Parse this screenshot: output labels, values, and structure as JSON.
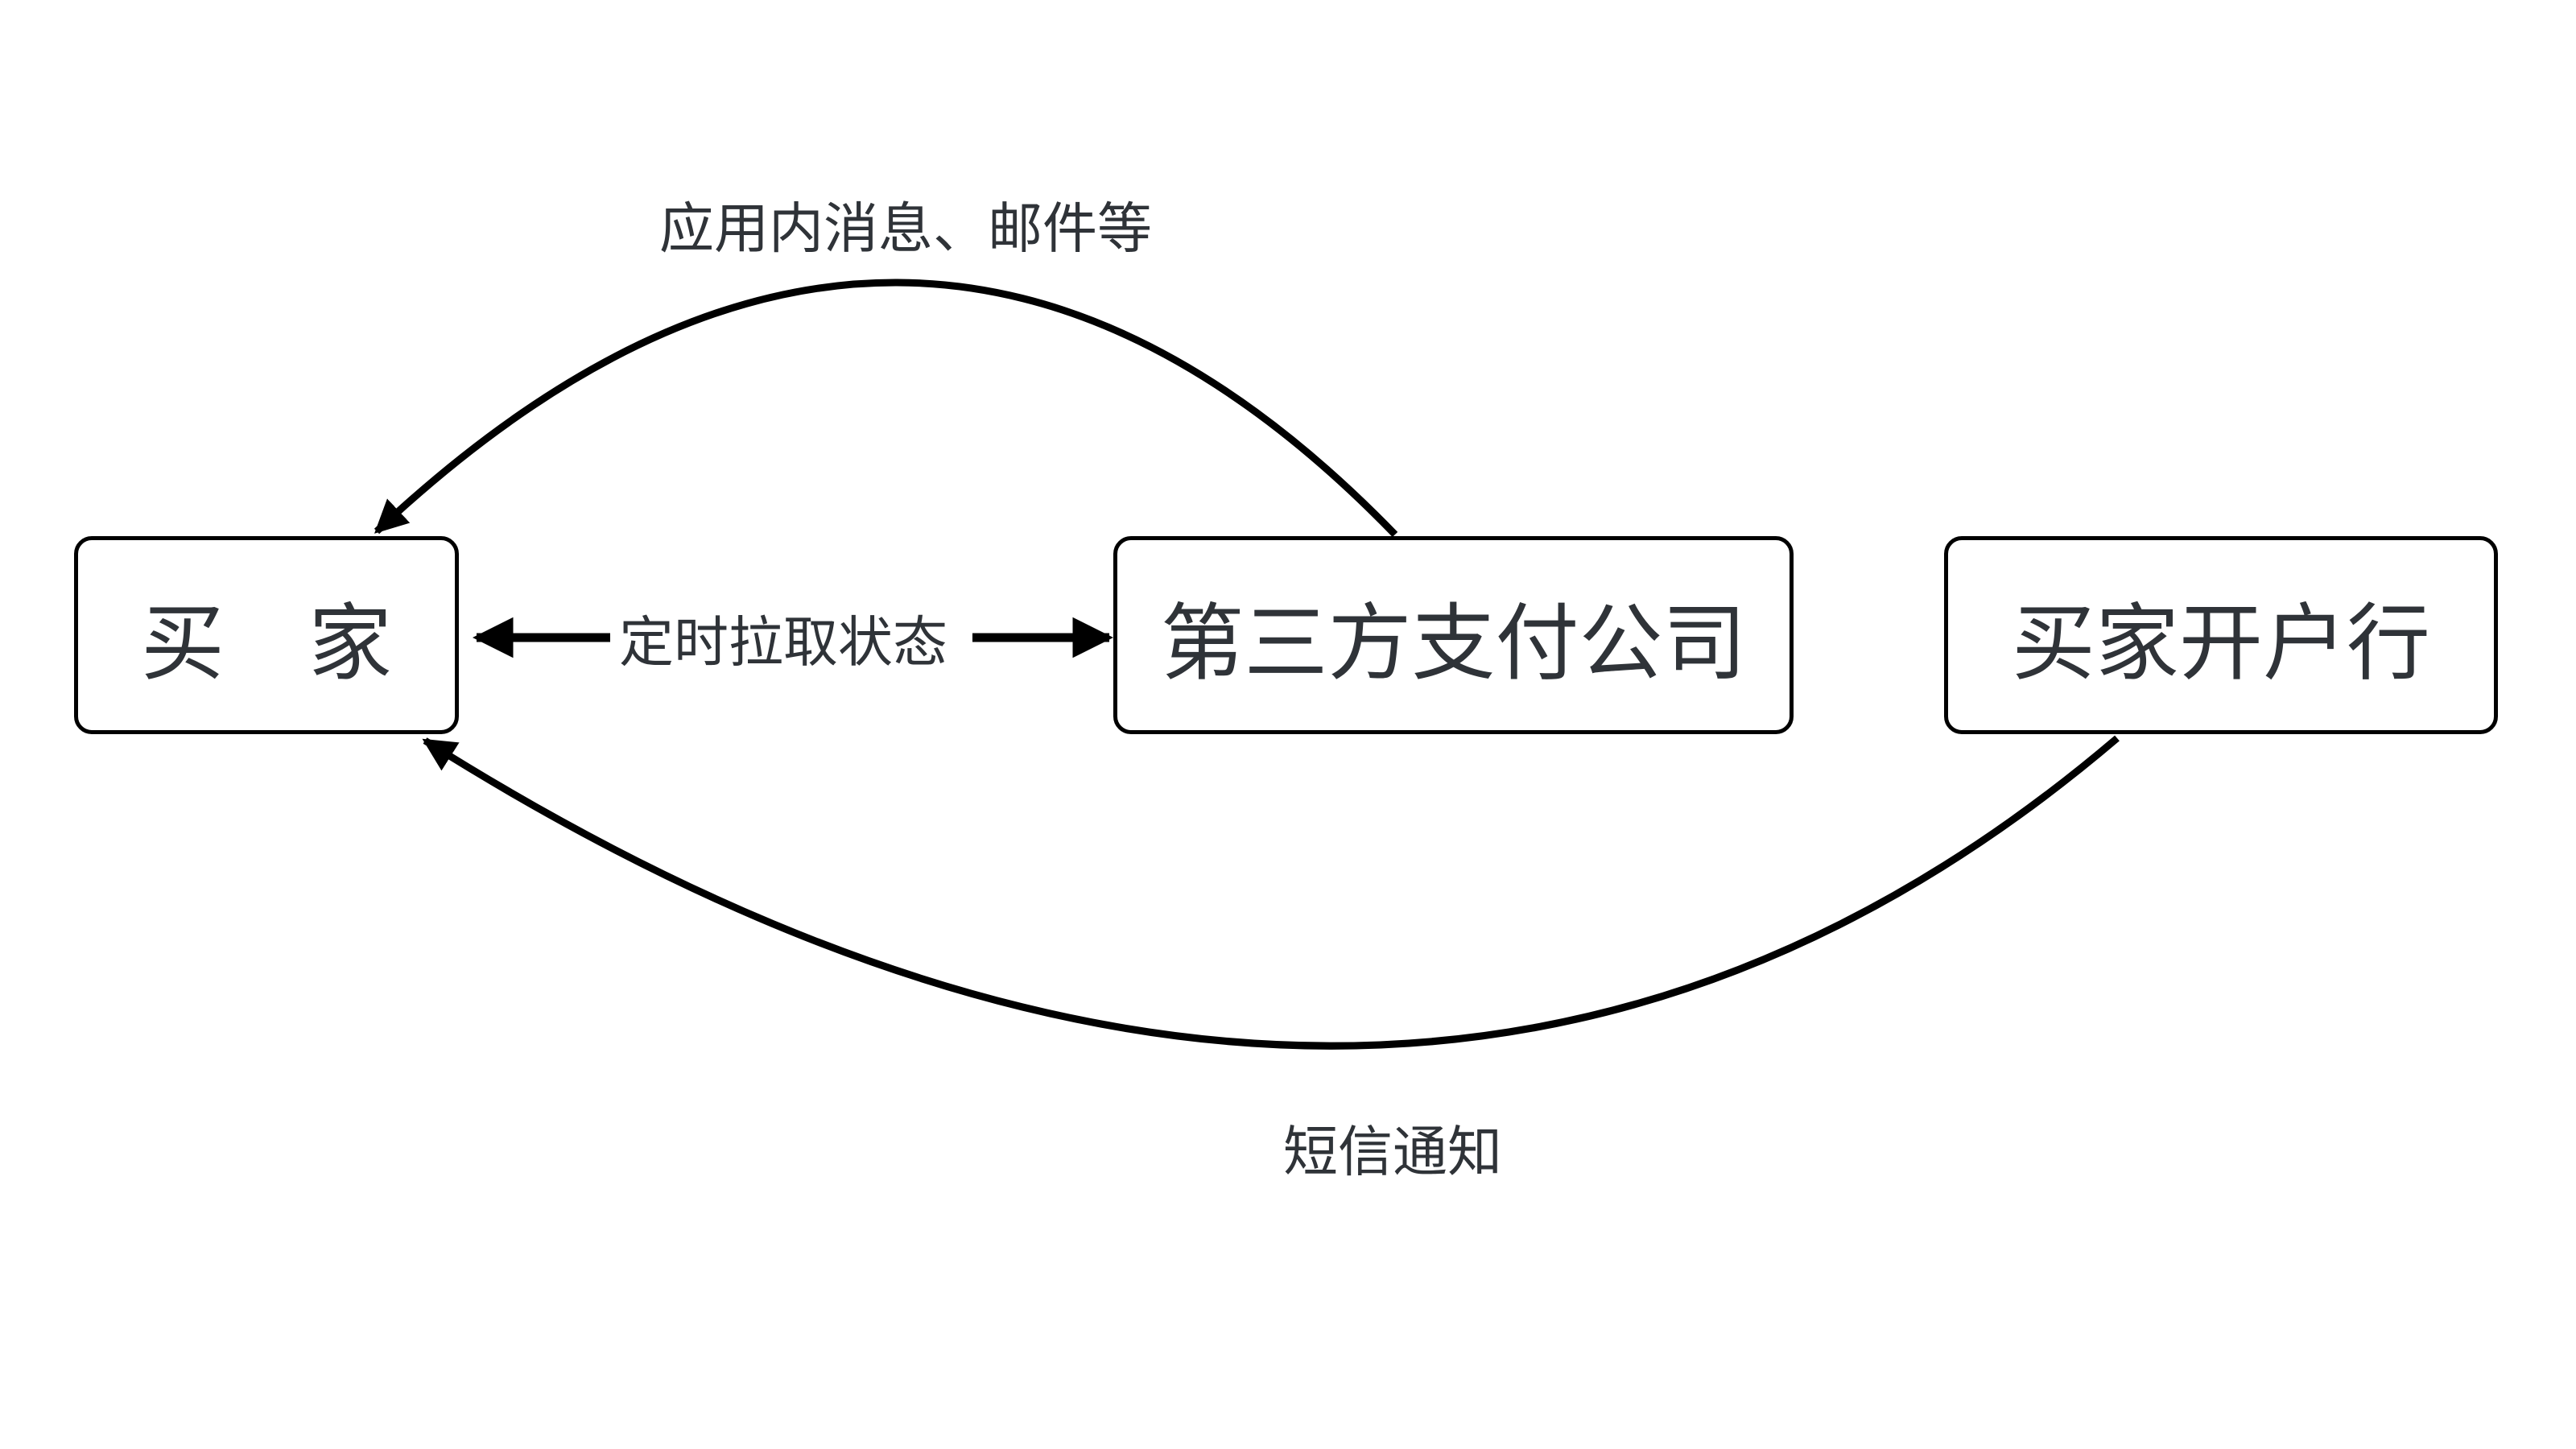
{
  "canvas": {
    "background": "#ffffff"
  },
  "colors": {
    "stroke": "#000000",
    "text": "#2f3338",
    "node_background": "#ffffff"
  },
  "nodes": [
    {
      "id": "buyer",
      "label": "买　家"
    },
    {
      "id": "third-party-payment",
      "label": "第三方支付公司"
    },
    {
      "id": "buyer-bank",
      "label": "买家开户行"
    }
  ],
  "edges": [
    {
      "id": "in-app-message",
      "from": "third-party-payment",
      "to": "buyer",
      "label": "应用内消息、邮件等",
      "style": "curved-arrow"
    },
    {
      "id": "pull-status",
      "from": "buyer",
      "to": "third-party-payment",
      "label": "定时拉取状态",
      "style": "double-horizontal-arrow"
    },
    {
      "id": "sms-notify",
      "from": "buyer-bank",
      "to": "buyer",
      "label": "短信通知",
      "style": "curved-arrow"
    }
  ]
}
